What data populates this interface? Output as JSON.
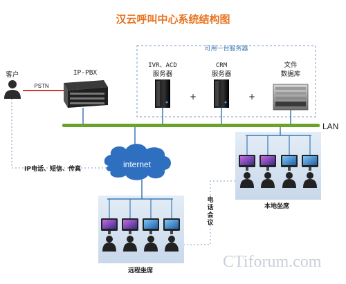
{
  "title": "汉云呼叫中心系统结构图",
  "server_group_label": "可用一台服务器",
  "customer_label": "客户",
  "pstn_label": "PSTN",
  "ippbx_label": "IP-PBX",
  "ivr_label_line1": "IVR、ACD",
  "ivr_label_line2": "服务器",
  "crm_label_line1": "CRM",
  "crm_label_line2": "服务器",
  "db_label_line1": "文件",
  "db_label_line2": "数据库",
  "plus_sign": "+",
  "lan_label": "LAN",
  "internet_label": "internet",
  "ip_phone_label": "IP电话、短信、传真",
  "local_agents_label": "本地坐席",
  "remote_agents_label": "远程坐席",
  "conference_label": "电话会议",
  "watermark": "CTiforum.com",
  "colors": {
    "title": "#e8731f",
    "lan_bar": "#6aa32a",
    "cloud": "#2f6fc0",
    "link": "#3c78b4",
    "pstn": "#d2342f"
  }
}
